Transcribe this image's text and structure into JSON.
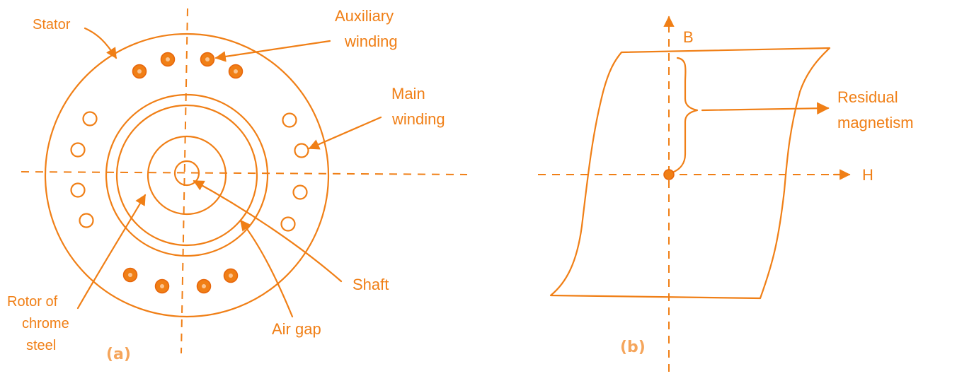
{
  "figure_a": {
    "labels": {
      "stator": "Stator",
      "auxiliary_1": "Auxiliary",
      "auxiliary_2": "winding",
      "main_1": "Main",
      "main_2": "winding",
      "shaft": "Shaft",
      "rotor_1": "Rotor of",
      "rotor_2": "chrome",
      "rotor_3": "steel",
      "air_gap": "Air gap"
    },
    "caption": "(a)"
  },
  "figure_b": {
    "labels": {
      "b_axis": "B",
      "h_axis": "H",
      "residual_1": "Residual",
      "residual_2": "magnetism"
    },
    "caption": "(b)"
  },
  "colors": {
    "stroke": "#f07f16",
    "caption": "#f5a55b",
    "background": "#ffffff"
  }
}
